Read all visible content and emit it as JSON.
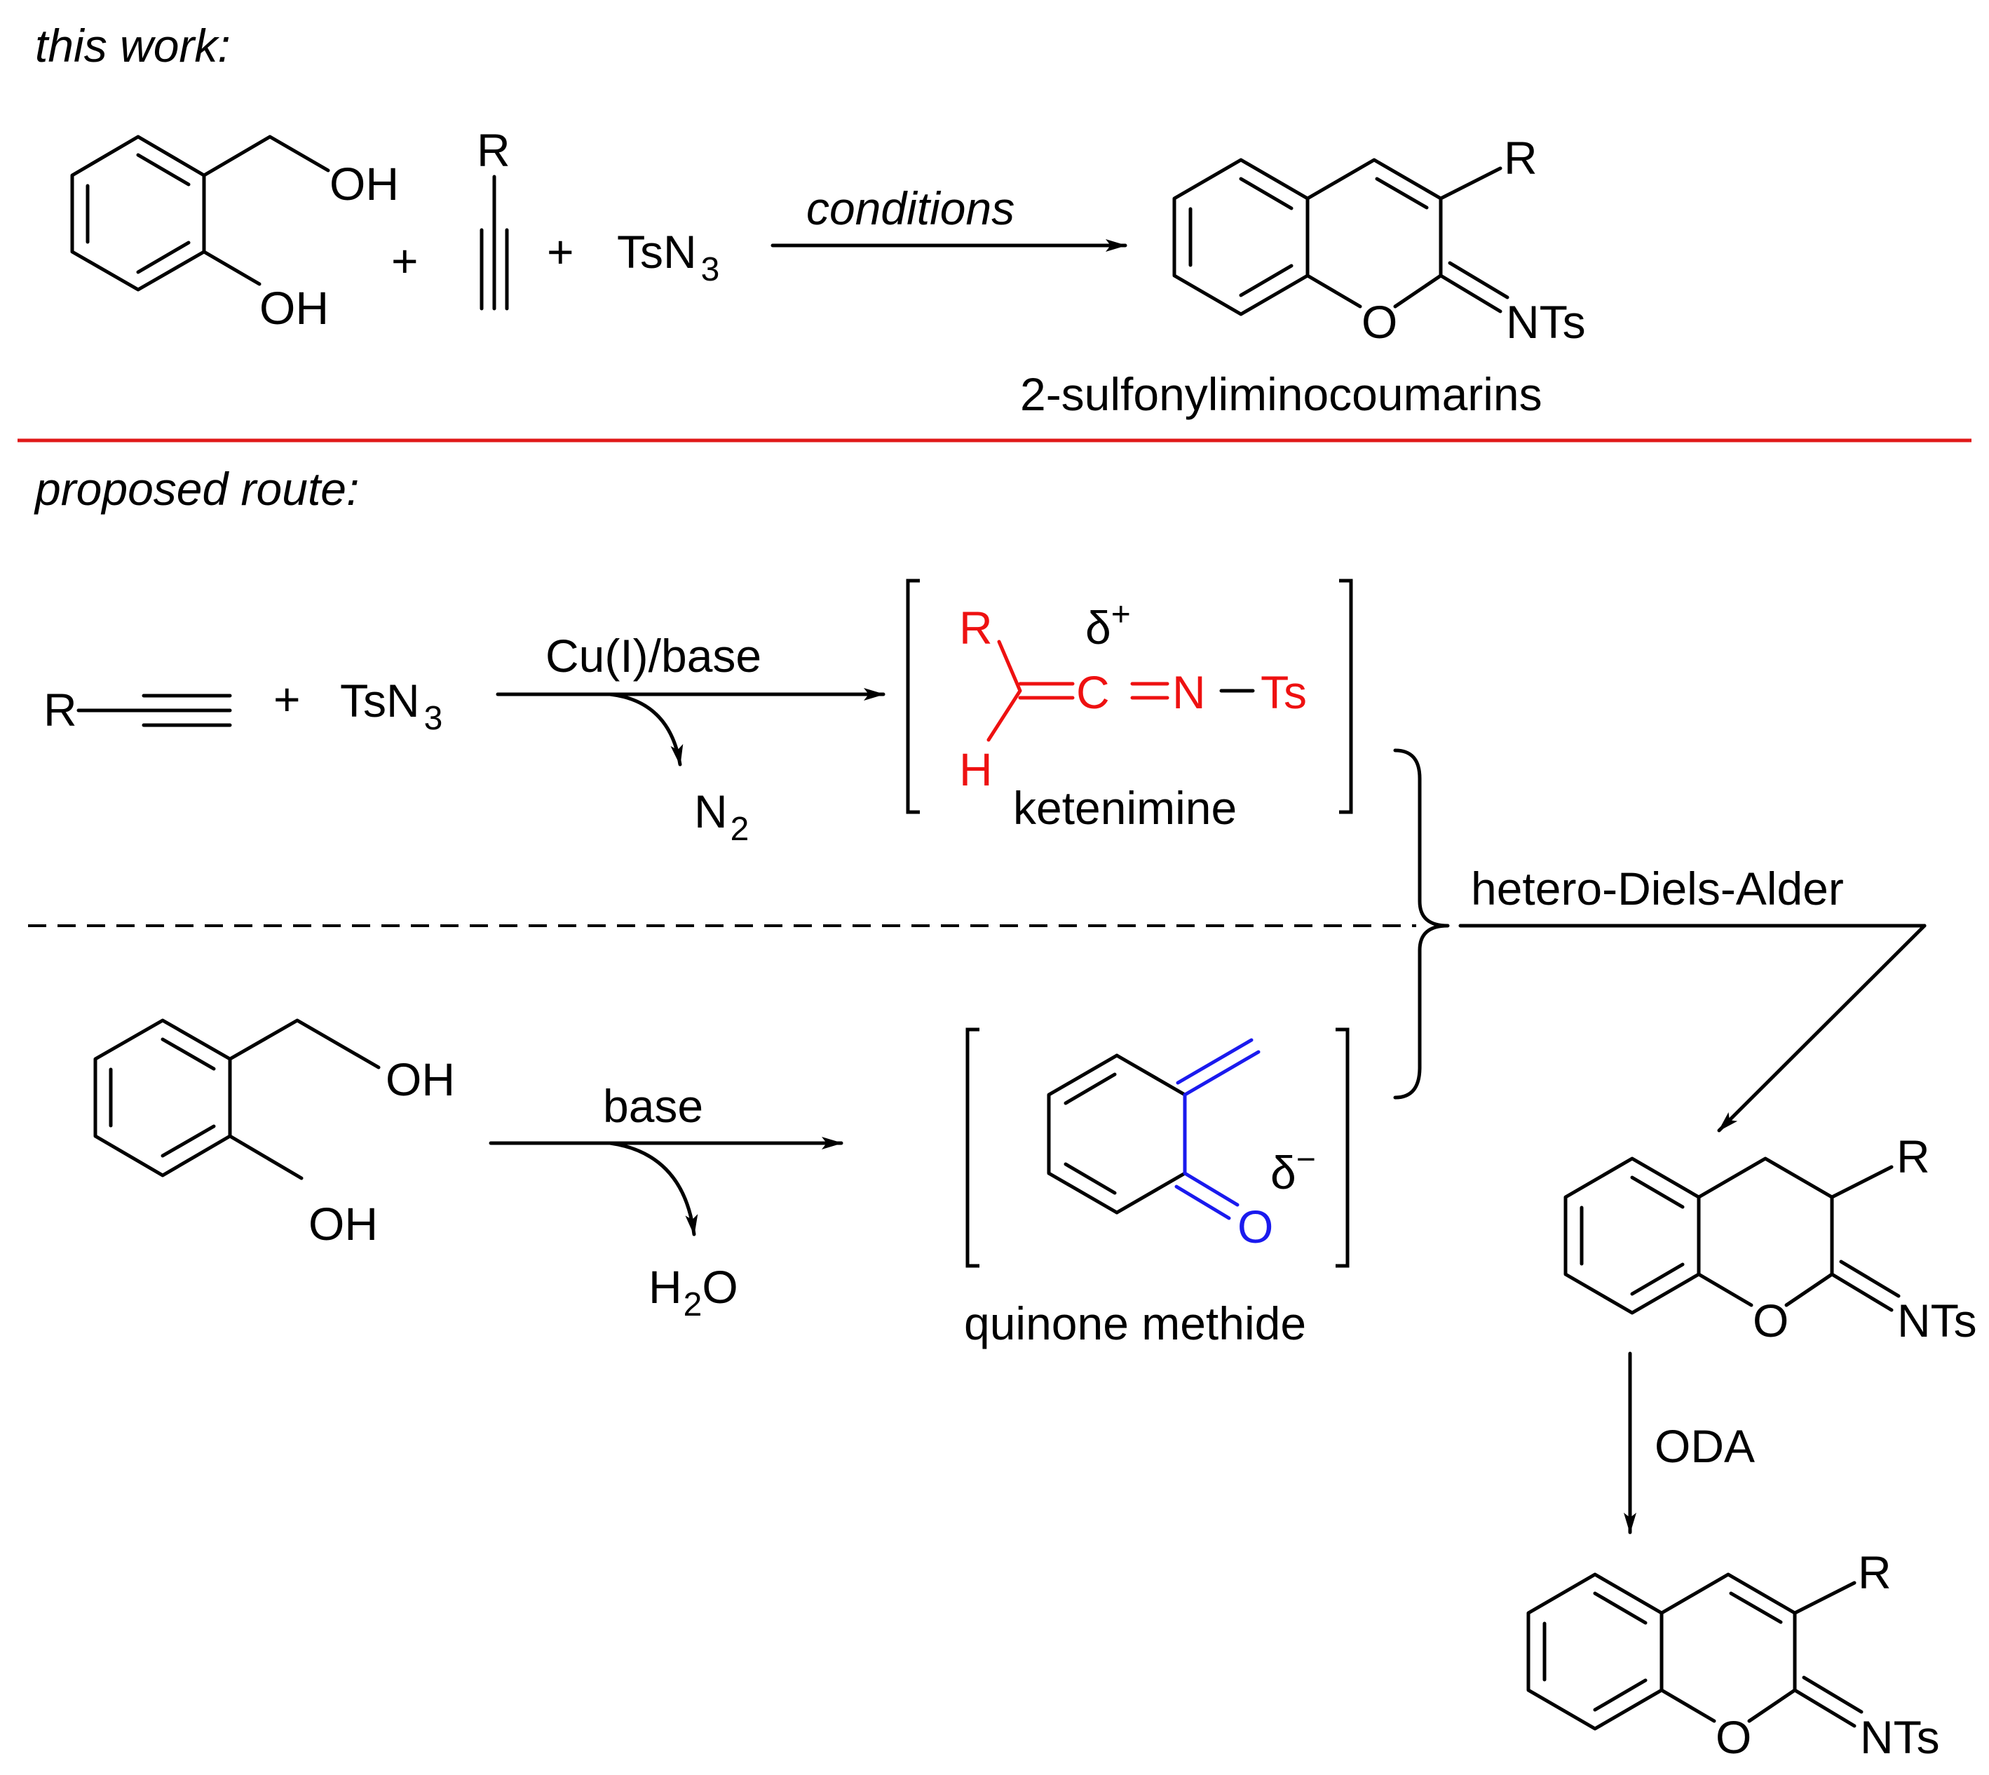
{
  "colors": {
    "ink": "#000000",
    "divider": "#e01818",
    "ketenimine": "#ee1111",
    "quinone_methide": "#1a1aee"
  },
  "header_this_work": "this work:",
  "header_proposed": "proposed route:",
  "top_reaction": {
    "oh_benzylic": "OH",
    "oh_phenol": "OH",
    "plus": "+",
    "alkyne_r": "R",
    "azide": "TsN",
    "azide_sub": "3",
    "arrow_label": "conditions",
    "product_r": "R",
    "product_o": "O",
    "product_nts": "NTs",
    "product_name": "2-sulfonyliminocoumarins"
  },
  "step1": {
    "alkyne_r": "R",
    "plus": "+",
    "azide": "TsN",
    "azide_sub": "3",
    "arrow_label": "Cu(I)/base",
    "byproduct": "N",
    "byproduct_sub": "2",
    "ketenimine_r": "R",
    "ketenimine_h": "H",
    "ketenimine_delta": "δ",
    "ketenimine_delta_sign": "+",
    "ketenimine_c": "C",
    "ketenimine_n": "N",
    "ketenimine_ts": "Ts",
    "ketenimine_name": "ketenimine"
  },
  "step2": {
    "oh_benzylic": "OH",
    "oh_phenol": "OH",
    "arrow_label": "base",
    "byproduct_h": "H",
    "byproduct_sub": "2",
    "byproduct_o": "O",
    "qm_o": "O",
    "qm_delta": "δ",
    "qm_delta_sign": "−",
    "qm_name": "quinone methide"
  },
  "hda_label": "hetero-Diels-Alder",
  "hda_product": {
    "r": "R",
    "o": "O",
    "nts": "NTs"
  },
  "oda_label": "ODA",
  "final_product": {
    "r": "R",
    "o": "O",
    "nts": "NTs"
  }
}
